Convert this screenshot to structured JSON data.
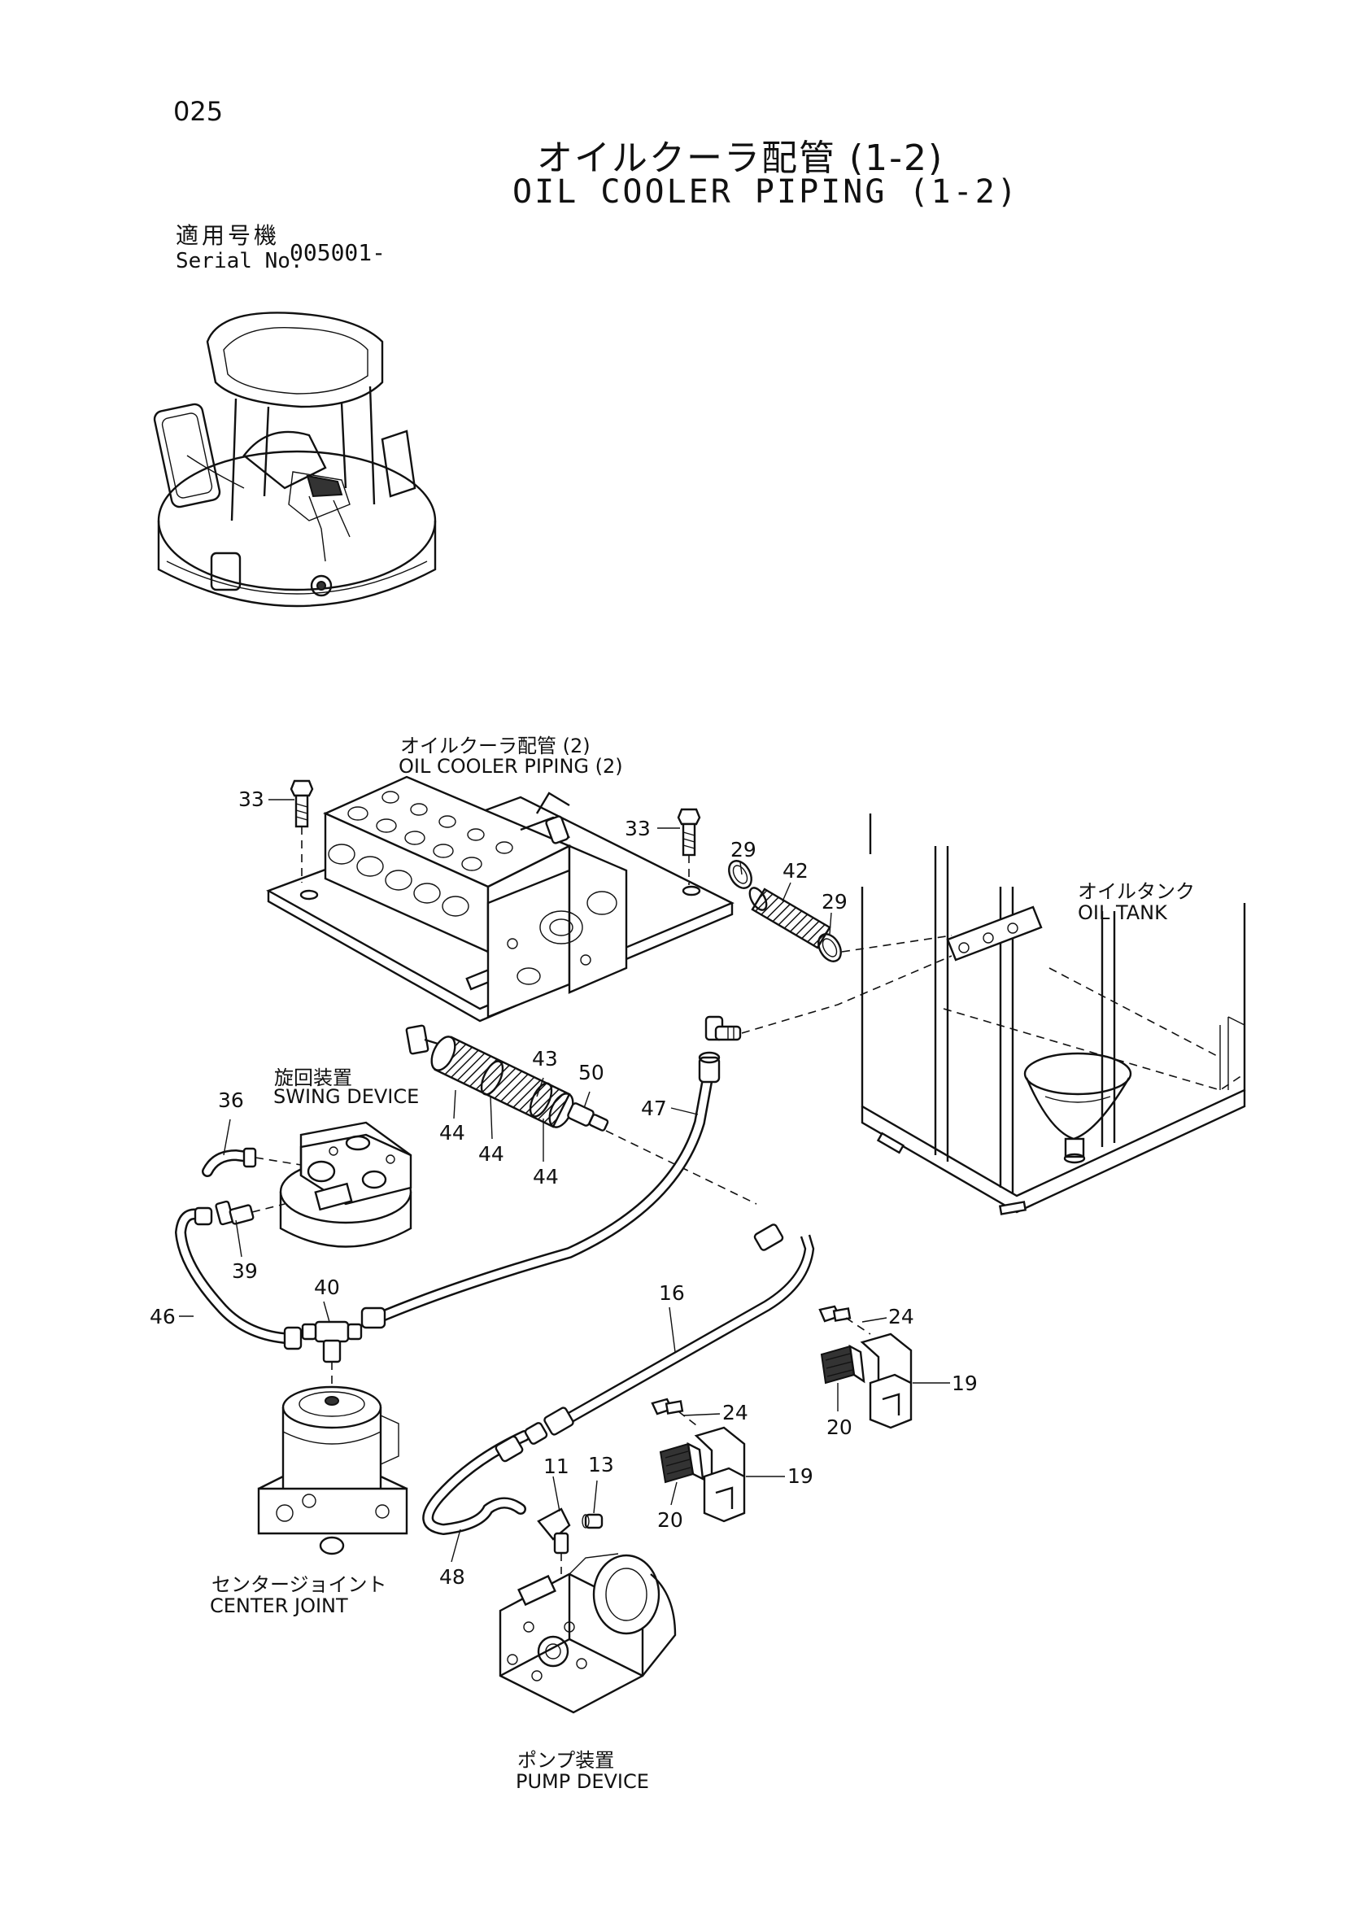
{
  "header": {
    "page_number": "025",
    "title_ja": "オイルクーラ配管 (1-2)",
    "title_en": "OIL COOLER PIPING (1-2)"
  },
  "serial": {
    "label_ja": "適用号機",
    "label_en": "Serial No.",
    "value": "005001-"
  },
  "labels": {
    "oil_cooler_piping_ja": "オイルクーラ配管 (2)",
    "oil_cooler_piping_en": "OIL COOLER PIPING (2)",
    "oil_tank_ja": "オイルタンク",
    "oil_tank_en": "OIL TANK",
    "swing_device_ja": "旋回装置",
    "swing_device_en": "SWING DEVICE",
    "center_joint_ja": "センタージョイント",
    "center_joint_en": "CENTER JOINT",
    "pump_device_ja": "ポンプ装置",
    "pump_device_en": "PUMP DEVICE"
  },
  "callouts": [
    {
      "id": "c33a",
      "text": "33"
    },
    {
      "id": "c33b",
      "text": "33"
    },
    {
      "id": "c29a",
      "text": "29"
    },
    {
      "id": "c42",
      "text": "42"
    },
    {
      "id": "c29b",
      "text": "29"
    },
    {
      "id": "c43",
      "text": "43"
    },
    {
      "id": "c50",
      "text": "50"
    },
    {
      "id": "c44a",
      "text": "44"
    },
    {
      "id": "c44b",
      "text": "44"
    },
    {
      "id": "c44c",
      "text": "44"
    },
    {
      "id": "c36",
      "text": "36"
    },
    {
      "id": "c47",
      "text": "47"
    },
    {
      "id": "c39",
      "text": "39"
    },
    {
      "id": "c40",
      "text": "40"
    },
    {
      "id": "c46",
      "text": "46"
    },
    {
      "id": "c16",
      "text": "16"
    },
    {
      "id": "c24a",
      "text": "24"
    },
    {
      "id": "c19a",
      "text": "19"
    },
    {
      "id": "c20a",
      "text": "20"
    },
    {
      "id": "c24b",
      "text": "24"
    },
    {
      "id": "c19b",
      "text": "19"
    },
    {
      "id": "c20b",
      "text": "20"
    },
    {
      "id": "c11",
      "text": "11"
    },
    {
      "id": "c13",
      "text": "13"
    },
    {
      "id": "c48",
      "text": "48"
    }
  ]
}
